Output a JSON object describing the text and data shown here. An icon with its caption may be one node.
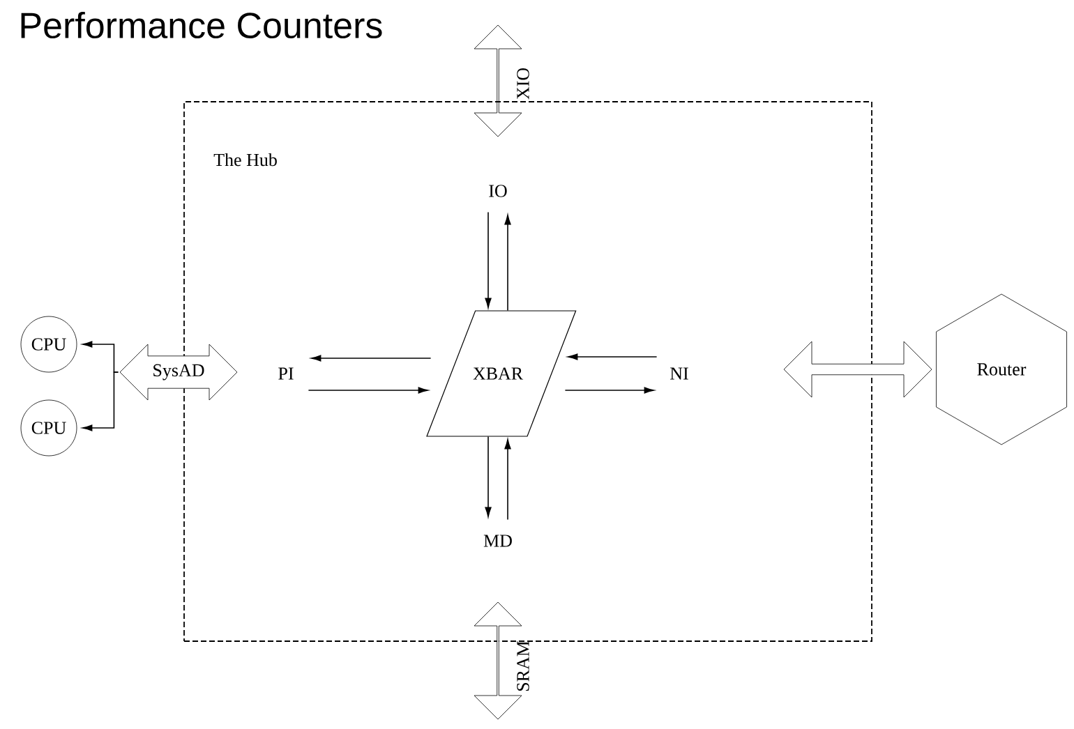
{
  "diagram": {
    "title": "Performance Counters",
    "nodes": [
      {
        "text": [],
        "shape": "arrow",
        "beside": [
          "XIO"
        ]
      },
      {
        "text": [
          "The Hub"
        ]
      },
      {
        "text": [
          "IO"
        ],
        "in": 1
      },
      {
        "text": [
          "CPU"
        ]
      },
      {
        "text": [
          "SysAD"
        ]
      },
      {
        "text": [
          "PI"
        ],
        "in": 1
      },
      {
        "text": [
          "XBAR"
        ],
        "in": 1
      },
      {
        "text": [
          "NI"
        ],
        "in": 1
      },
      {
        "text": [],
        "shape": "arrow"
      },
      {
        "text": [
          "Router"
        ]
      },
      {
        "text": [
          "CPU"
        ]
      },
      {
        "text": [
          "MD"
        ],
        "in": 1
      },
      {
        "text": [],
        "shape": "arrow",
        "beside": [
          "SRAM"
        ]
      }
    ],
    "edges": [
      {
        "from": 6,
        "to": 2,
        "arrow": "to"
      },
      {
        "from": 2,
        "to": 6,
        "arrow": "to"
      },
      {
        "from": 6,
        "to": 5,
        "arrow": "to"
      },
      {
        "from": 5,
        "to": 6,
        "arrow": "to"
      },
      {
        "from": 7,
        "to": 6,
        "arrow": "to"
      },
      {
        "from": 6,
        "to": 7,
        "arrow": "to"
      },
      {
        "from": 6,
        "to": 11,
        "arrow": "to"
      },
      {
        "from": 11,
        "to": 6,
        "arrow": "to"
      },
      {
        "from": 4,
        "to": 3,
        "arrow": "to"
      },
      {
        "from": 4,
        "to": 10,
        "arrow": "to"
      }
    ]
  }
}
